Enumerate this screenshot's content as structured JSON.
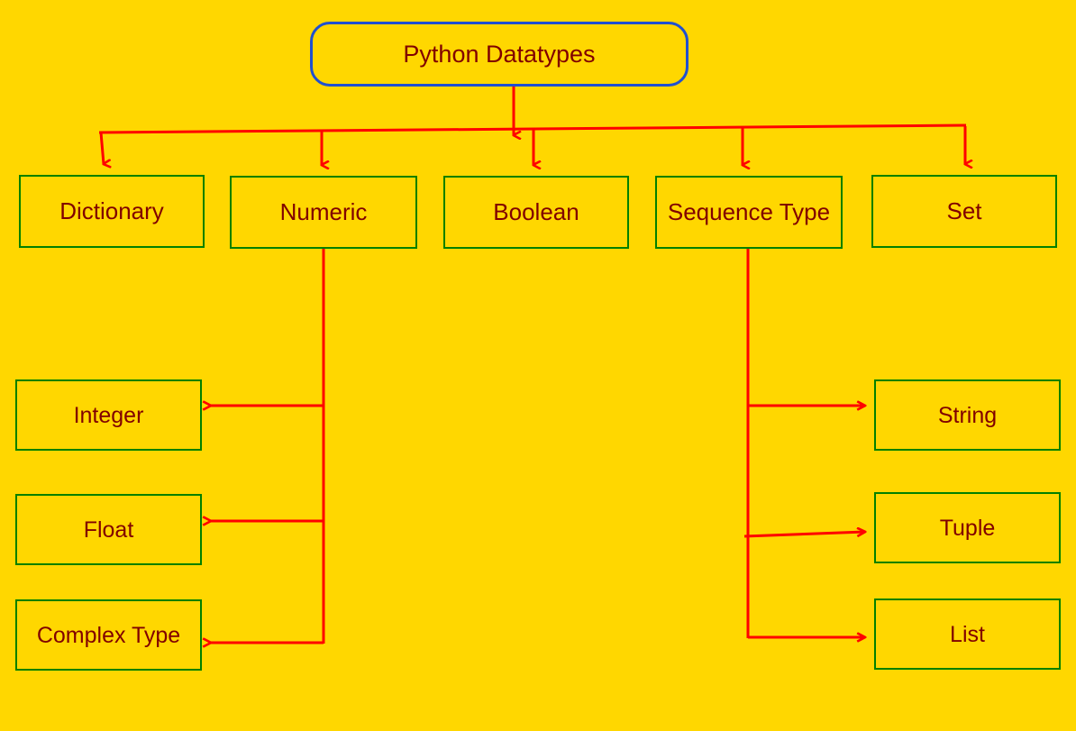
{
  "diagram": {
    "title": "Python Datatypes",
    "background_color": "#FFD700",
    "box_border_color": "#008000",
    "root_border_color": "#2050D0",
    "text_color": "#800000",
    "connector_color": "#FF0000",
    "root": {
      "label": "Python Datatypes"
    },
    "level2": [
      {
        "label": "Dictionary"
      },
      {
        "label": "Numeric"
      },
      {
        "label": "Boolean"
      },
      {
        "label": "Sequence Type"
      },
      {
        "label": "Set"
      }
    ],
    "numeric_children": [
      {
        "label": "Integer"
      },
      {
        "label": "Float"
      },
      {
        "label": "Complex Type"
      }
    ],
    "sequence_children": [
      {
        "label": "String"
      },
      {
        "label": "Tuple"
      },
      {
        "label": "List"
      }
    ]
  }
}
